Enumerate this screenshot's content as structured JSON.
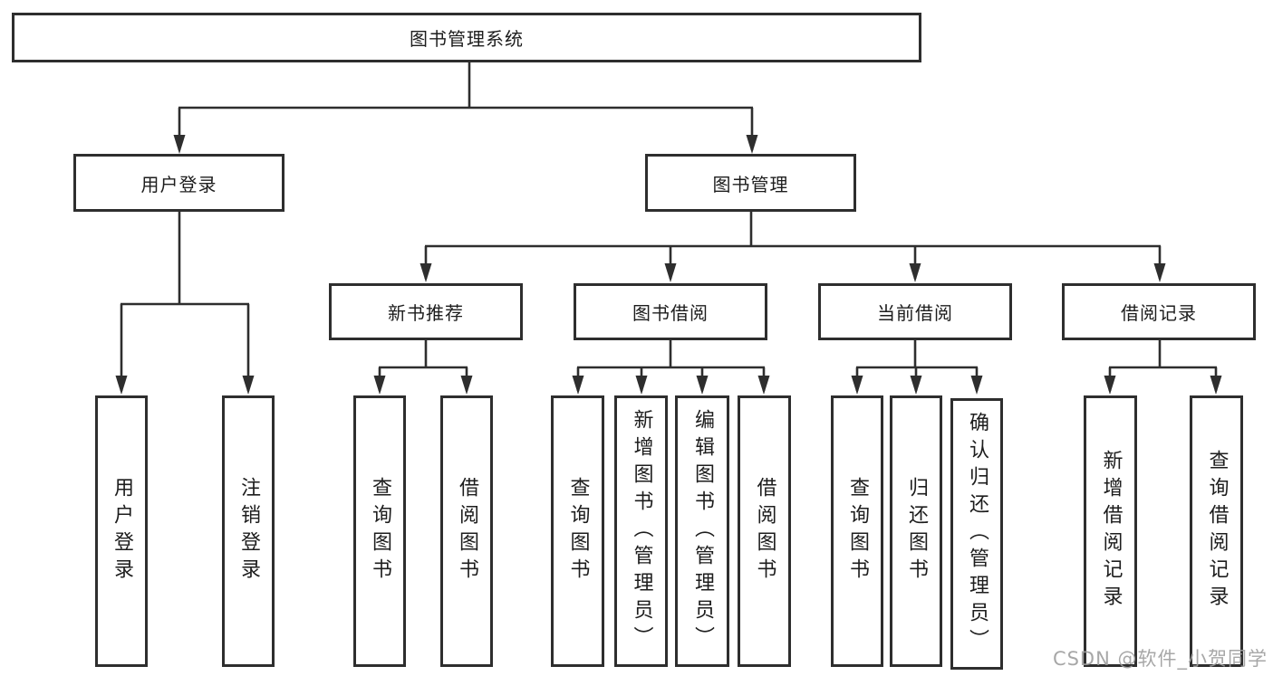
{
  "colors": {
    "line": "#2e2e2e",
    "text": "#1d1d1d",
    "bg": "#ffffff",
    "watermark": "#9e9e9e"
  },
  "diagram": {
    "root": {
      "label": "图书管理系统"
    },
    "level2": {
      "user_login": {
        "label": "用户登录"
      },
      "book_mgmt": {
        "label": "图书管理"
      }
    },
    "level3": {
      "new_book_rec": {
        "label": "新书推荐"
      },
      "book_borrow": {
        "label": "图书借阅"
      },
      "current_borrow": {
        "label": "当前借阅"
      },
      "borrow_records": {
        "label": "借阅记录"
      }
    },
    "leaves": {
      "user_login": [
        "用户登录",
        "注销登录"
      ],
      "new_book_rec": [
        "查询图书",
        "借阅图书"
      ],
      "book_borrow": [
        "查询图书",
        "新增图书（管理员）",
        "编辑图书（管理员）",
        "借阅图书"
      ],
      "current_borrow": [
        "查询图书",
        "归还图书",
        "确认归还（管理员）"
      ],
      "borrow_records": [
        "新增借阅记录",
        "查询借阅记录"
      ]
    }
  },
  "watermark": {
    "text": "CSDN @软件_小贺同学"
  }
}
